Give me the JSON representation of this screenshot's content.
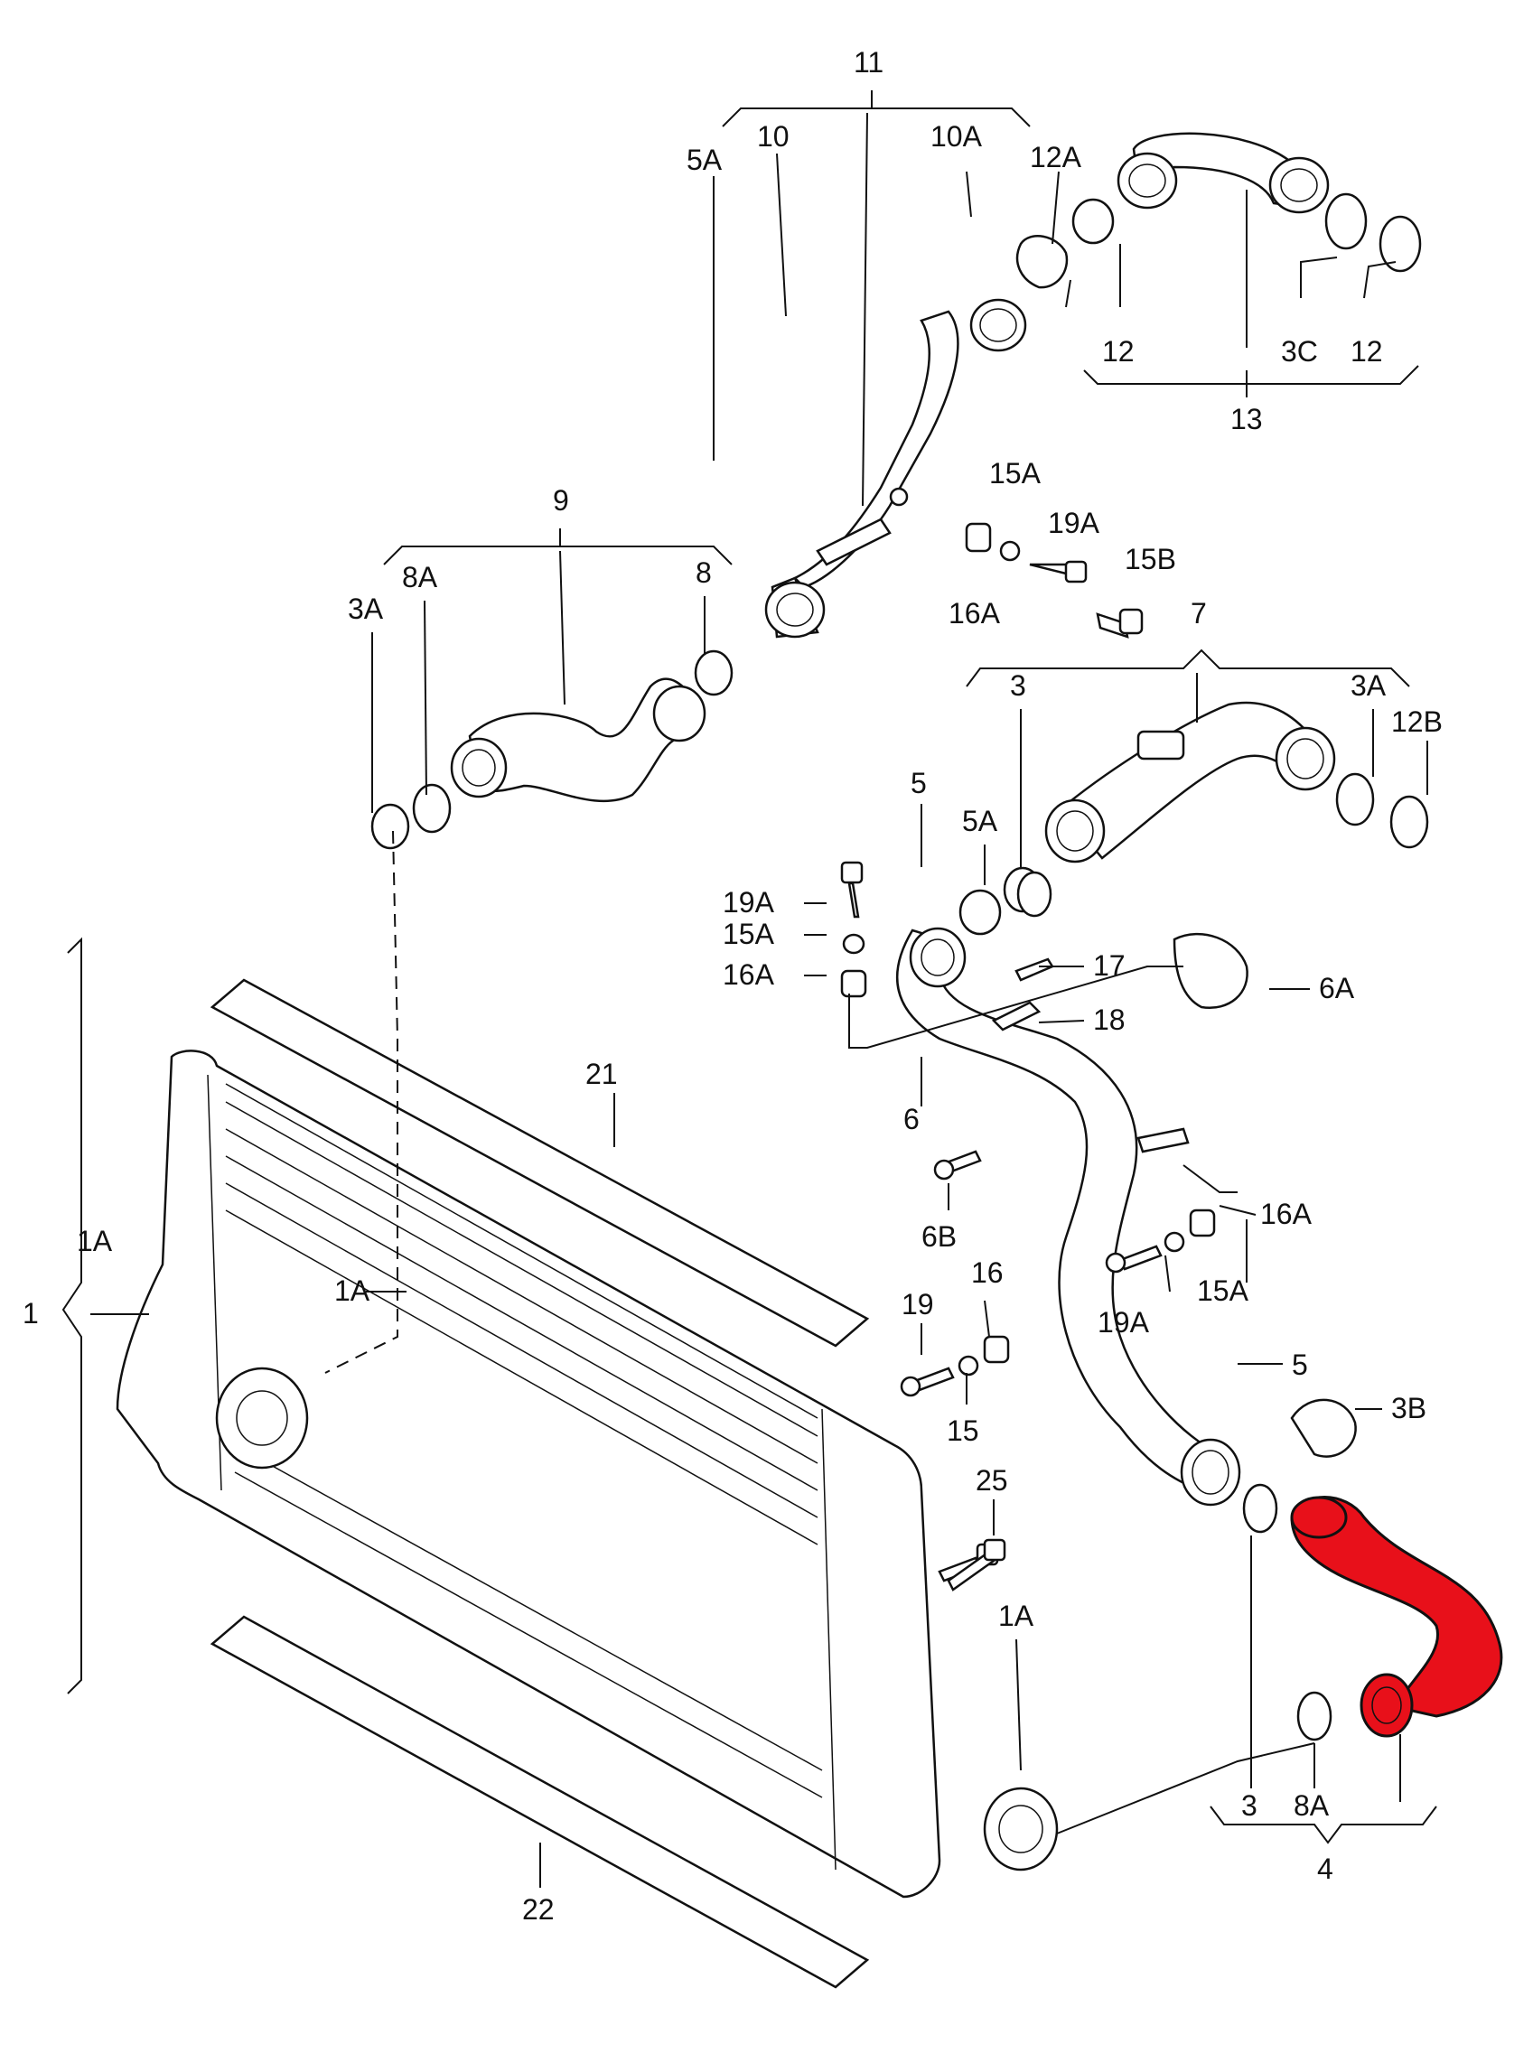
{
  "diagram": {
    "labels": {
      "l11": "11",
      "l10": "10",
      "l10A": "10A",
      "l12A": "12A",
      "l5A_top": "5A",
      "l12_a": "12",
      "l13": "13",
      "l3C": "3C",
      "l12_b": "12",
      "l15A_top": "15A",
      "l19A_top": "19A",
      "l15B": "15B",
      "l16A_top": "16A",
      "l9": "9",
      "l8A_top": "8A",
      "l3A_left": "3A",
      "l8": "8",
      "l7": "7",
      "l3_mid": "3",
      "l3A_right": "3A",
      "l12B": "12B",
      "l5_mid": "5",
      "l5A_mid": "5A",
      "l19A_mid": "19A",
      "l15A_mid": "15A",
      "l16A_mid": "16A",
      "l17": "17",
      "l18": "18",
      "l6A": "6A",
      "l6": "6",
      "l6B": "6B",
      "l21": "21",
      "l1A_brace": "1A",
      "l1": "1",
      "l1A_left": "1A",
      "l16A_right": "16A",
      "l15A_right": "15A",
      "l19A_right": "19A",
      "l19": "19",
      "l16": "16",
      "l15": "15",
      "l5_low": "5",
      "l3B": "3B",
      "l25": "25",
      "l1A_low": "1A",
      "l3_low": "3",
      "l8A_low": "8A",
      "l4": "4",
      "l22": "22"
    },
    "highlight_color": "#e8101a"
  }
}
